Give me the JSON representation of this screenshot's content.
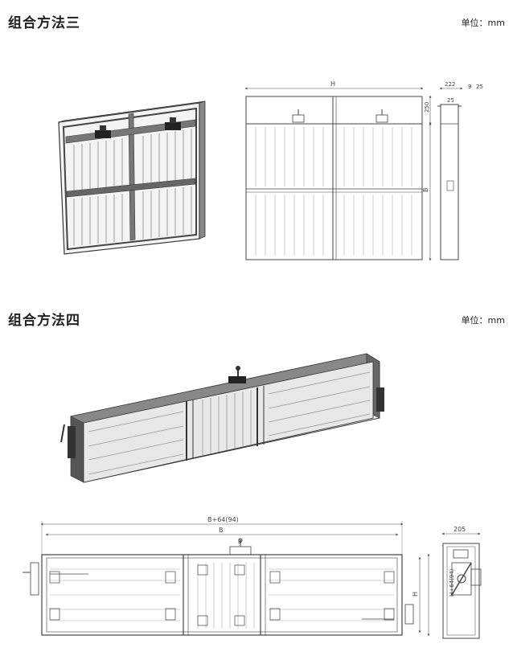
{
  "section3": {
    "title": "组合方法三",
    "unit": "单位：mm",
    "dims": {
      "width": "H",
      "height": "B",
      "top_height": "250",
      "depth": "222",
      "flange1": "9",
      "flange2": "25",
      "side_offset": "25"
    }
  },
  "section4": {
    "title": "组合方法四",
    "unit": "单位：mm",
    "dims": {
      "overall": "B+64(94)",
      "width": "B",
      "height": "H",
      "height_total": "H+64(94)",
      "depth": "205",
      "sub": "B"
    }
  }
}
